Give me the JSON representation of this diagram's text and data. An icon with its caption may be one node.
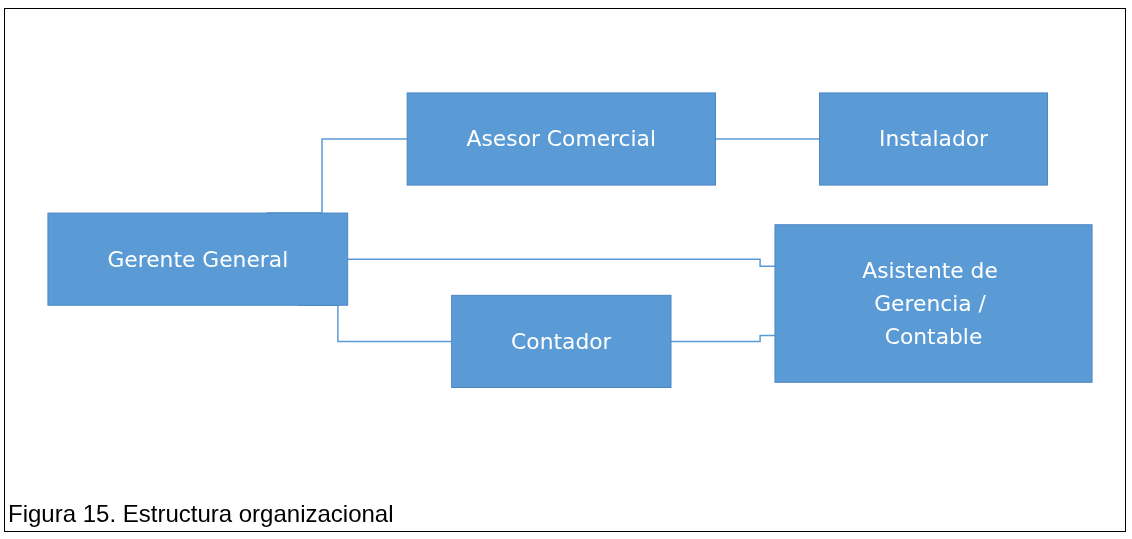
{
  "diagram": {
    "caption": "Figura 15. Estructura organizacional",
    "nodes": [
      {
        "text": [
          "Gerente General"
        ]
      },
      {
        "text": [
          "Asesor Comercial"
        ]
      },
      {
        "text": [
          "Instalador"
        ]
      },
      {
        "text": [
          "Contador"
        ]
      },
      {
        "text": [
          "Asistente de Gerencia / Contable"
        ]
      }
    ],
    "edges": [
      {
        "from": 0,
        "to": 1,
        "arrow": "none"
      },
      {
        "from": 1,
        "to": 2,
        "arrow": "none"
      },
      {
        "from": 0,
        "to": 3,
        "arrow": "none"
      },
      {
        "from": 0,
        "to": 4,
        "arrow": "none"
      },
      {
        "from": 3,
        "to": 4,
        "arrow": "none"
      }
    ]
  }
}
